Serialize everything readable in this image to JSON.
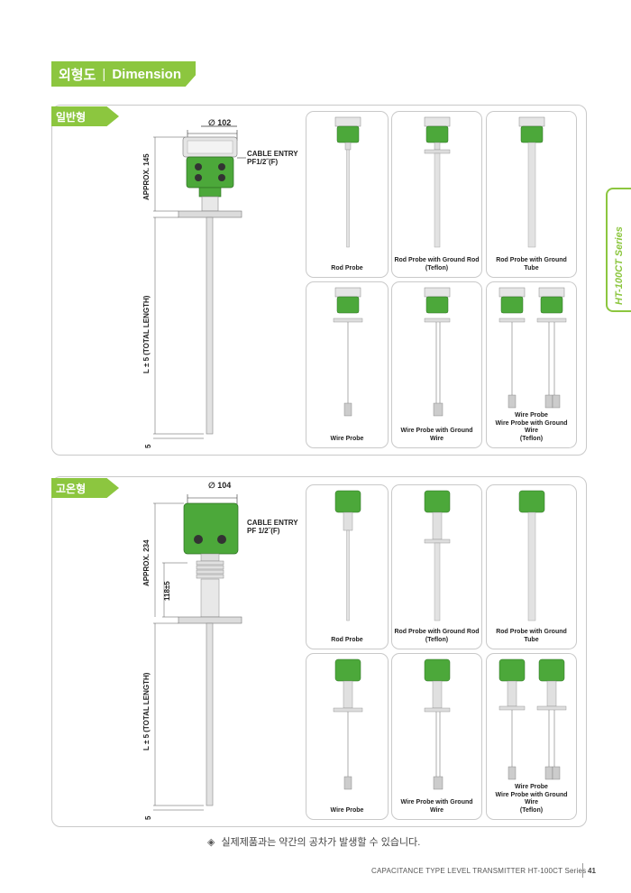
{
  "header": {
    "title_ko": "외형도",
    "title_en": "Dimension"
  },
  "side_tab": {
    "label": "HT-100CT  Series"
  },
  "sections": [
    {
      "tag": "일반형",
      "diameter": "∅ 102",
      "approx": "APPROX. 145",
      "total_length": "L ± 5 (TOTAL LENGTH)",
      "bottom": "5",
      "cable_entry": "CABLE ENTRY",
      "cable_spec": "PF1/2˝(F)",
      "probes": [
        {
          "caption": "Rod Probe"
        },
        {
          "caption": "Rod Probe with Ground Rod\n(Teflon)"
        },
        {
          "caption": "Rod Probe with Ground Tube"
        },
        {
          "caption": "Wire Probe"
        },
        {
          "caption": "Wire Probe with Ground Wire"
        },
        {
          "caption": "Wire Probe\nWire Probe with Ground Wire\n(Teflon)"
        }
      ]
    },
    {
      "tag": "고온형",
      "diameter": "∅ 104",
      "approx": "APPROX. 234",
      "neck": "118±5",
      "total_length": "L ± 5 (TOTAL LENGTH)",
      "bottom": "5",
      "cable_entry": "CABLE ENTRY",
      "cable_spec": "PF 1/2˝(F)",
      "probes": [
        {
          "caption": "Rod Probe"
        },
        {
          "caption": "Rod Probe with Ground Rod\n(Teflon)"
        },
        {
          "caption": "Rod Probe with Ground Tube"
        },
        {
          "caption": "Wire Probe"
        },
        {
          "caption": "Wire Probe with Ground Wire"
        },
        {
          "caption": "Wire Probe\nWire Probe with Ground Wire\n(Teflon)"
        }
      ]
    }
  ],
  "note": "실제제품과는 약간의 공차가 발생할 수 있습니다.",
  "footer": {
    "text": "CAPACITANCE TYPE LEVEL TRANSMITTER  HT-100CT Series",
    "page": "41"
  },
  "colors": {
    "accent": "#8cc63f",
    "housing": "#4ca83a",
    "border": "#c9c9c9"
  }
}
